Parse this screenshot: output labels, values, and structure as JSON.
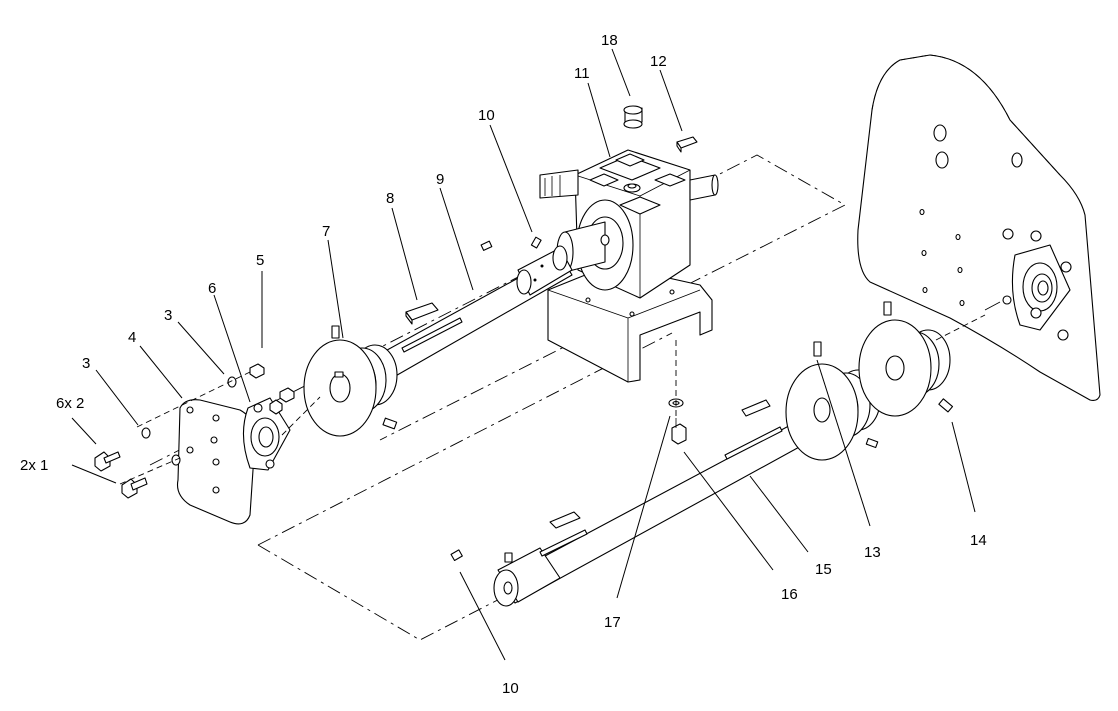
{
  "callouts": {
    "c_1": "2x 1",
    "c_2": "6x 2",
    "c_3a": "3",
    "c_3b": "3",
    "c_4": "4",
    "c_5": "5",
    "c_6": "6",
    "c_7": "7",
    "c_8": "8",
    "c_9": "9",
    "c_10a": "10",
    "c_10b": "10",
    "c_11": "11",
    "c_12": "12",
    "c_13": "13",
    "c_14": "14",
    "c_15": "15",
    "c_16": "16",
    "c_17": "17",
    "c_18": "18"
  }
}
